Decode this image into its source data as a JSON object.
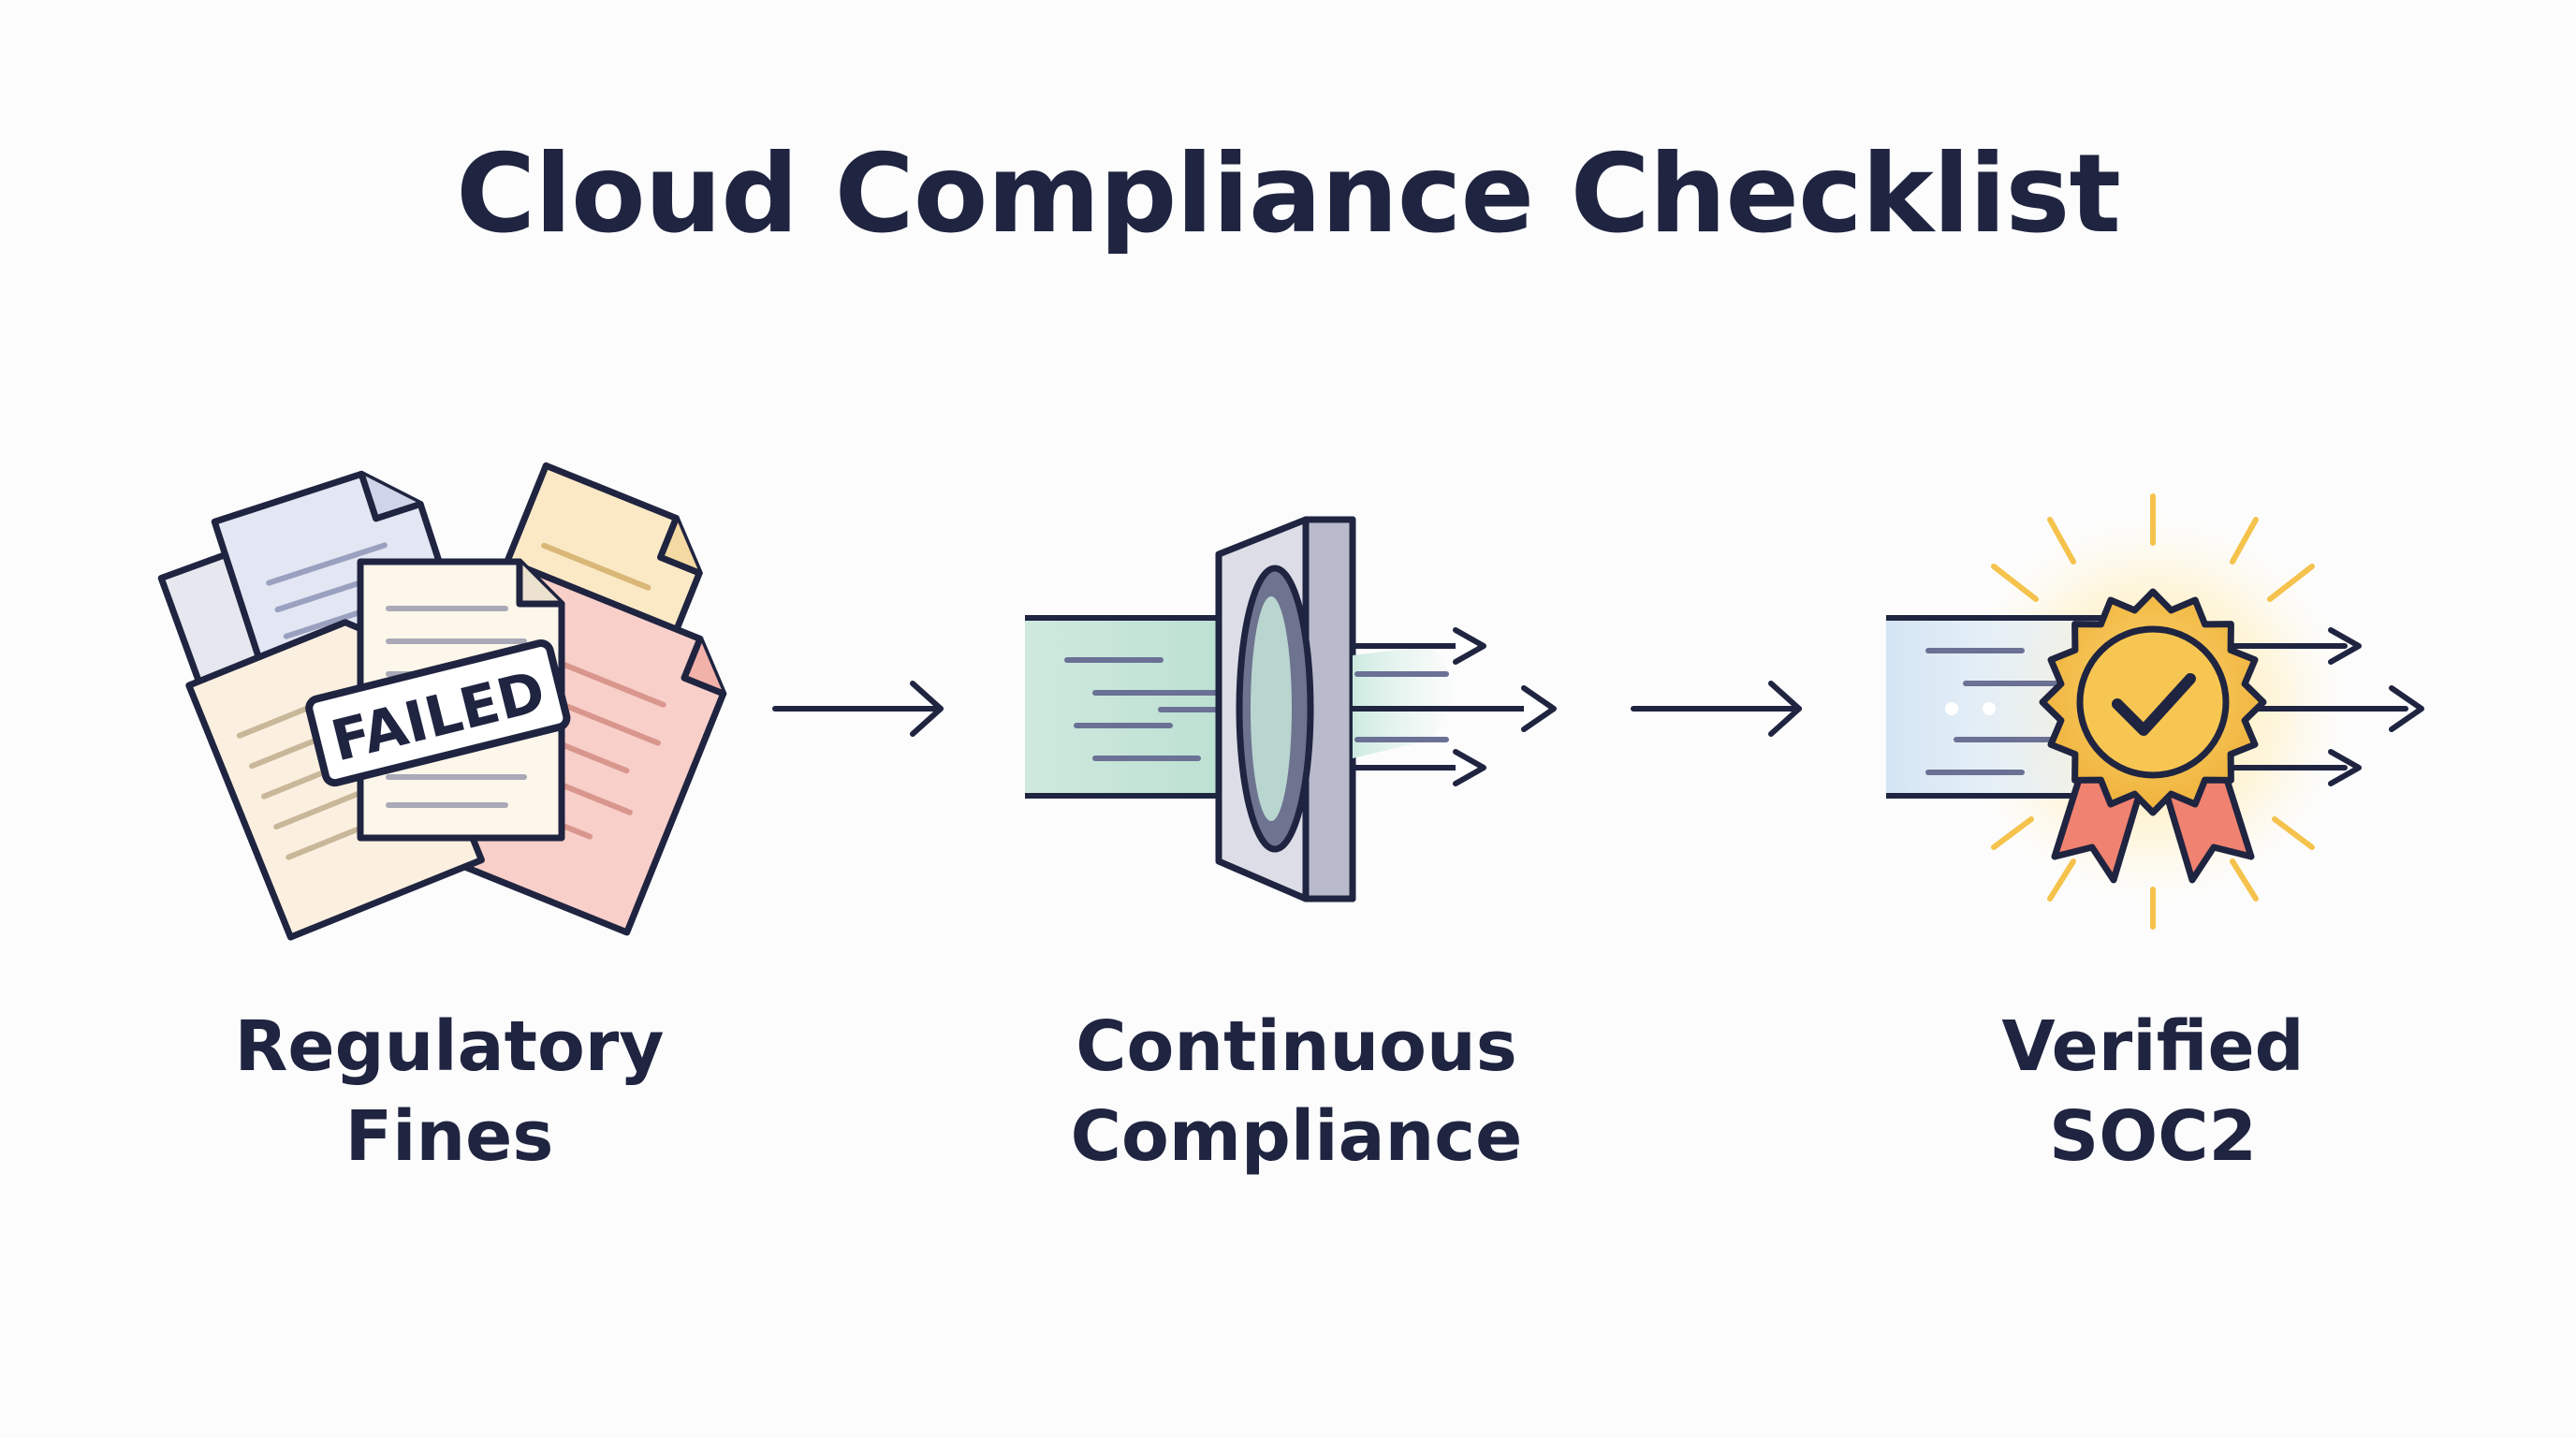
{
  "title": "Cloud Compliance Checklist",
  "stages": [
    {
      "id": "fines",
      "icon": "failed-documents-icon",
      "line1": "Regulatory",
      "line2": "Fines",
      "stamp": "FAILED"
    },
    {
      "id": "continuous",
      "icon": "compliance-filter-gate-icon",
      "line1": "Continuous",
      "line2": "Compliance"
    },
    {
      "id": "verified",
      "icon": "verified-badge-icon",
      "line1": "Verified",
      "line2": "SOC2"
    }
  ],
  "colors": {
    "ink": "#1f2440",
    "paper_blue": "#e3e6f3",
    "paper_yellow": "#fbe9c6",
    "paper_pink": "#f8cfc9",
    "flow_green": "#cfe9de",
    "flow_blue": "#cfe2f1",
    "gold": "#f5c24c",
    "ribbon": "#ef8270"
  }
}
